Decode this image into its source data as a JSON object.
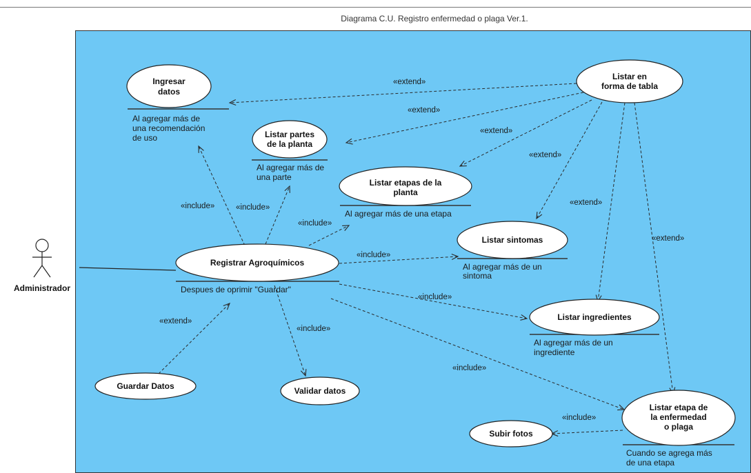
{
  "title": "Diagrama C.U. Registro enfermedad o plaga Ver.1.",
  "actor": {
    "name": "Administrador"
  },
  "use_cases": {
    "ingresar": {
      "lines": [
        "Ingresar",
        "datos"
      ],
      "note": [
        "Al agregar más de",
        "una recomendación",
        "de uso"
      ]
    },
    "partes": {
      "lines": [
        "Listar partes",
        "de la planta"
      ],
      "note": [
        "Al agregar más de",
        "una parte"
      ]
    },
    "etapas": {
      "lines": [
        "Listar etapas de la",
        "planta"
      ],
      "note": [
        "Al agregar más de una etapa"
      ]
    },
    "tabla": {
      "lines": [
        "Listar en",
        "forma de tabla"
      ]
    },
    "sintomas": {
      "lines": [
        "Listar sintomas"
      ],
      "note": [
        "Al agregar más de un",
        "sintoma"
      ]
    },
    "registrar": {
      "lines": [
        "Registrar Agroquímicos"
      ],
      "note": [
        "Despues de oprimir \"Guardar\""
      ]
    },
    "ingredientes": {
      "lines": [
        "Listar ingredientes"
      ],
      "note": [
        "Al agregar más de un",
        "ingrediente"
      ]
    },
    "guardar": {
      "lines": [
        "Guardar Datos"
      ]
    },
    "validar": {
      "lines": [
        "Validar datos"
      ]
    },
    "etapa_enf": {
      "lines": [
        "Listar etapa de",
        "la enfermedad",
        "o plaga"
      ],
      "note": [
        "Cuando se agrega más",
        "de una etapa"
      ]
    },
    "fotos": {
      "lines": [
        "Subir fotos"
      ]
    }
  },
  "relations": {
    "include": "«include»",
    "extend": "«extend»"
  },
  "colors": {
    "background": "#6ec8f5",
    "ellipse": "#ffffff",
    "line": "#2a2a2a"
  }
}
